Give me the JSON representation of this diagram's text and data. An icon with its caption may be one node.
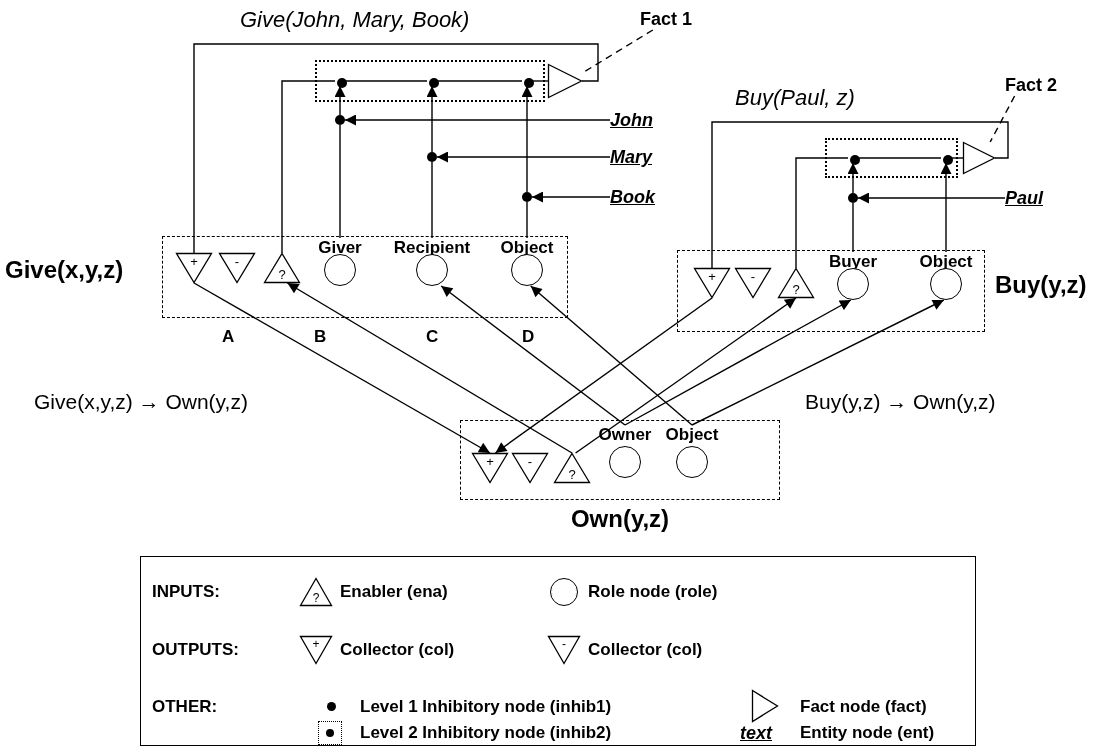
{
  "diagram": {
    "nodes": [
      {
        "text": [
          "Give(x,y,z)"
        ]
      },
      {
        "text": [
          "+"
        ],
        "in": 0
      },
      {
        "text": [
          "-"
        ],
        "in": 0
      },
      {
        "text": [
          "?"
        ],
        "in": 0
      },
      {
        "text": [
          "Giver"
        ],
        "in": 0
      },
      {
        "text": [
          "Recipient"
        ],
        "in": 0
      },
      {
        "text": [
          "Object"
        ],
        "in": 0
      },
      {
        "text": [],
        "shape": "box"
      },
      {
        "text": [],
        "shape": "circle",
        "in": 7
      },
      {
        "text": [],
        "shape": "circle",
        "in": 7
      },
      {
        "text": [],
        "shape": "circle",
        "in": 7
      },
      {
        "text": [],
        "shape": "triangle"
      },
      {
        "text": [
          "Fact 1"
        ]
      },
      {
        "text": [],
        "shape": "circle"
      },
      {
        "text": [],
        "shape": "circle"
      },
      {
        "text": [],
        "shape": "circle"
      },
      {
        "text": [
          "John"
        ]
      },
      {
        "text": [
          "Mary"
        ]
      },
      {
        "text": [
          "Book"
        ]
      },
      {
        "text": [
          "Buy(y,z)"
        ]
      },
      {
        "text": [
          "+"
        ],
        "in": 19
      },
      {
        "text": [
          "-"
        ],
        "in": 19
      },
      {
        "text": [
          "?"
        ],
        "in": 19
      },
      {
        "text": [
          "Buyer"
        ],
        "in": 19
      },
      {
        "text": [
          "Object"
        ],
        "in": 19
      },
      {
        "text": [],
        "shape": "box"
      },
      {
        "text": [],
        "shape": "circle",
        "in": 25
      },
      {
        "text": [],
        "shape": "circle",
        "in": 25
      },
      {
        "text": [],
        "shape": "triangle"
      },
      {
        "text": [
          "Fact 2"
        ]
      },
      {
        "text": [],
        "shape": "circle"
      },
      {
        "text": [
          "Paul"
        ]
      },
      {
        "text": [
          "Own(y,z)"
        ]
      },
      {
        "text": [
          "+"
        ],
        "in": 32
      },
      {
        "text": [
          "-"
        ],
        "in": 32
      },
      {
        "text": [
          "?"
        ],
        "in": 32
      },
      {
        "text": [
          "Owner"
        ],
        "in": 32
      },
      {
        "text": [
          "Object"
        ],
        "in": 32
      }
    ],
    "edges": [
      {
        "from": 3,
        "to": 8,
        "arrow": "none"
      },
      {
        "from": 8,
        "to": 9,
        "arrow": "none"
      },
      {
        "from": 9,
        "to": 10,
        "arrow": "none"
      },
      {
        "from": 10,
        "to": 11,
        "arrow": "none"
      },
      {
        "from": 11,
        "to": 1,
        "arrow": "none"
      },
      {
        "from": 4,
        "to": 13,
        "arrow": "none"
      },
      {
        "from": 13,
        "to": 8,
        "arrow": "to"
      },
      {
        "from": 16,
        "to": 13,
        "arrow": "to"
      },
      {
        "from": 5,
        "to": 14,
        "arrow": "none"
      },
      {
        "from": 14,
        "to": 9,
        "arrow": "to"
      },
      {
        "from": 17,
        "to": 14,
        "arrow": "to"
      },
      {
        "from": 6,
        "to": 15,
        "arrow": "none"
      },
      {
        "from": 15,
        "to": 10,
        "arrow": "to"
      },
      {
        "from": 18,
        "to": 15,
        "arrow": "to"
      },
      {
        "from": 12,
        "to": 11,
        "arrow": "none",
        "style": "dashed"
      },
      {
        "from": 22,
        "to": 26,
        "arrow": "none"
      },
      {
        "from": 26,
        "to": 27,
        "arrow": "none"
      },
      {
        "from": 27,
        "to": 28,
        "arrow": "none"
      },
      {
        "from": 28,
        "to": 20,
        "arrow": "none"
      },
      {
        "from": 23,
        "to": 30,
        "arrow": "none"
      },
      {
        "from": 30,
        "to": 26,
        "arrow": "to"
      },
      {
        "from": 31,
        "to": 30,
        "arrow": "to"
      },
      {
        "from": 24,
        "to": 27,
        "arrow": "to"
      },
      {
        "from": 29,
        "to": 28,
        "arrow": "none",
        "style": "dashed"
      },
      {
        "from": 1,
        "to": 33,
        "arrow": "to"
      },
      {
        "from": 20,
        "to": 33,
        "arrow": "to"
      },
      {
        "from": 35,
        "to": 3,
        "arrow": "to"
      },
      {
        "from": 35,
        "to": 22,
        "arrow": "to"
      },
      {
        "from": 36,
        "to": 5,
        "arrow": "to"
      },
      {
        "from": 36,
        "to": 23,
        "arrow": "to"
      },
      {
        "from": 37,
        "to": 6,
        "arrow": "to"
      },
      {
        "from": 37,
        "to": 24,
        "arrow": "to"
      }
    ],
    "labels": [
      "Give(John, Mary, Book)",
      "Buy(Paul, z)",
      "A",
      "B",
      "C",
      "D",
      "Give(x,y,z) → Own(y,z)",
      "Buy(y,z) → Own(y,z)",
      "INPUTS:",
      "?",
      "OUTPUTS:",
      "+",
      "-",
      "OTHER:",
      "text"
    ],
    "legend": [
      {
        "text": "Enabler (ena)"
      },
      {
        "text": "Role node (role)"
      },
      {
        "text": "Collector (col)"
      },
      {
        "text": "Collector (col)"
      },
      {
        "text": "Level 1 Inhibitory node (inhib1)"
      },
      {
        "text": "Fact node (fact)"
      },
      {
        "text": "Level 2 Inhibitory node (inhib2)"
      },
      {
        "text": "Entity node (ent)"
      }
    ]
  }
}
